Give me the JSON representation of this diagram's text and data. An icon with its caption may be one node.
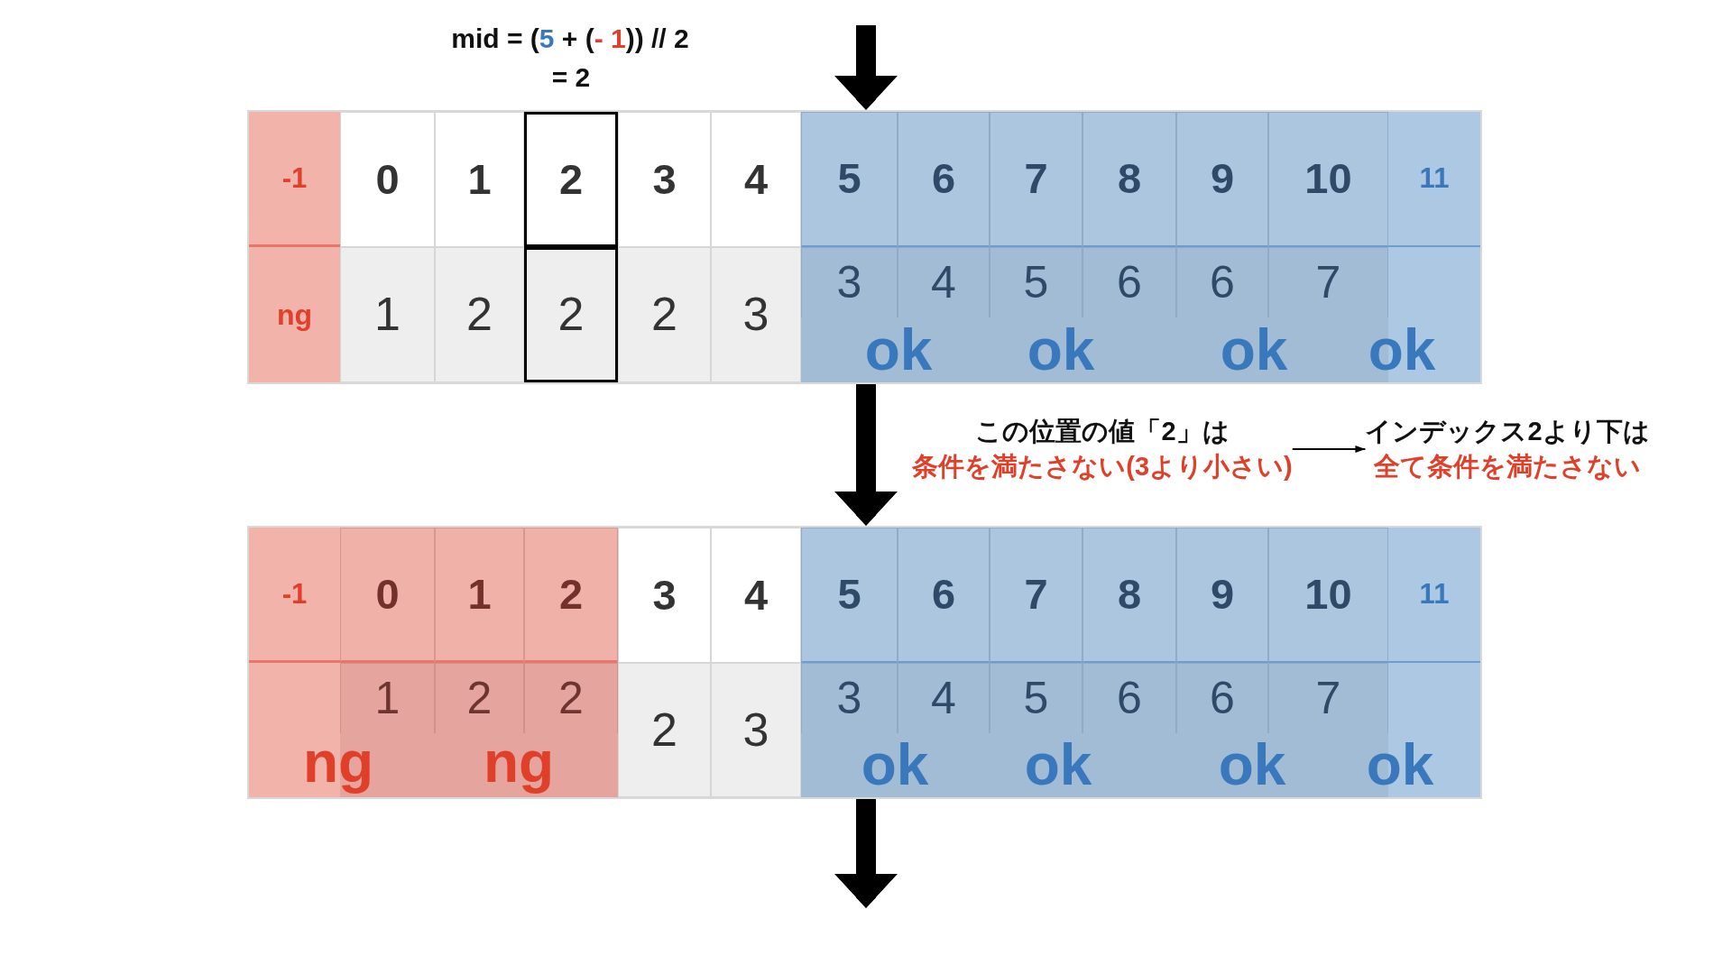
{
  "diagram": {
    "nodes": [
      {
        "text": [],
        "shape": "box"
      },
      {
        "text": [
          "-1"
        ],
        "in": 0
      },
      {
        "text": [
          "0"
        ],
        "in": 0
      },
      {
        "text": [
          "1"
        ],
        "in": 0
      },
      {
        "text": [
          "2"
        ],
        "in": 0
      },
      {
        "text": [
          "3"
        ],
        "in": 0
      },
      {
        "text": [
          "4"
        ],
        "in": 0
      },
      {
        "text": [
          "ok",
          "ok",
          "ok",
          "ok"
        ],
        "in": 0
      },
      {
        "text": [
          "5"
        ],
        "in": 7
      },
      {
        "text": [
          "6"
        ],
        "in": 7
      },
      {
        "text": [
          "7"
        ],
        "in": 7
      },
      {
        "text": [
          "8"
        ],
        "in": 7
      },
      {
        "text": [
          "9"
        ],
        "in": 7
      },
      {
        "text": [
          "10"
        ],
        "in": 7
      },
      {
        "text": [
          "11"
        ],
        "in": 7
      },
      {
        "text": [
          "ng"
        ],
        "in": 0
      },
      {
        "text": [
          "1"
        ],
        "in": 0
      },
      {
        "text": [
          "2"
        ],
        "in": 0
      },
      {
        "text": [
          "2"
        ],
        "in": 0
      },
      {
        "text": [
          "2"
        ],
        "in": 0
      },
      {
        "text": [
          "3"
        ],
        "in": 0
      },
      {
        "text": [
          "3"
        ],
        "in": 7
      },
      {
        "text": [
          "4"
        ],
        "in": 7
      },
      {
        "text": [
          "5"
        ],
        "in": 7
      },
      {
        "text": [
          "6"
        ],
        "in": 7
      },
      {
        "text": [
          "6"
        ],
        "in": 7
      },
      {
        "text": [
          "7"
        ],
        "in": 7
      },
      {
        "text": [
          "この位置の値「2」は",
          "条件を満たさない(3より小さい)"
        ]
      },
      {
        "text": [
          "インデックス2より下は",
          "全て条件を満たさない"
        ]
      },
      {
        "text": [],
        "shape": "box"
      },
      {
        "text": [
          "ng",
          "ng"
        ],
        "in": 29
      },
      {
        "text": [
          "-1"
        ],
        "in": 30
      },
      {
        "text": [
          "0"
        ],
        "in": 30
      },
      {
        "text": [
          "1"
        ],
        "in": 30
      },
      {
        "text": [
          "2"
        ],
        "in": 30
      },
      {
        "text": [
          "3"
        ],
        "in": 29
      },
      {
        "text": [
          "4"
        ],
        "in": 29
      },
      {
        "text": [
          "ok",
          "ok",
          "ok",
          "ok"
        ],
        "in": 29
      },
      {
        "text": [
          "5"
        ],
        "in": 37
      },
      {
        "text": [
          "6"
        ],
        "in": 37
      },
      {
        "text": [
          "7"
        ],
        "in": 37
      },
      {
        "text": [
          "8"
        ],
        "in": 37
      },
      {
        "text": [
          "9"
        ],
        "in": 37
      },
      {
        "text": [
          "10"
        ],
        "in": 37
      },
      {
        "text": [
          "11"
        ],
        "in": 37
      },
      {
        "text": [
          "1"
        ],
        "in": 30
      },
      {
        "text": [
          "2"
        ],
        "in": 30
      },
      {
        "text": [
          "2"
        ],
        "in": 30
      },
      {
        "text": [
          "2"
        ],
        "in": 29
      },
      {
        "text": [
          "3"
        ],
        "in": 29
      },
      {
        "text": [
          "3"
        ],
        "in": 37
      },
      {
        "text": [
          "4"
        ],
        "in": 37
      },
      {
        "text": [
          "5"
        ],
        "in": 37
      },
      {
        "text": [
          "6"
        ],
        "in": 37
      },
      {
        "text": [
          "6"
        ],
        "in": 37
      },
      {
        "text": [
          "7"
        ],
        "in": 37
      }
    ],
    "edges": [
      {
        "from": null,
        "to": 0,
        "arrow": "to"
      },
      {
        "from": 0,
        "to": 29,
        "arrow": "to"
      },
      {
        "from": 27,
        "to": 28,
        "arrow": "to"
      },
      {
        "from": 29,
        "to": null,
        "arrow": "to"
      }
    ],
    "labels": [
      "mid = (5 + (- 1)) // 2",
      "= 2"
    ]
  }
}
